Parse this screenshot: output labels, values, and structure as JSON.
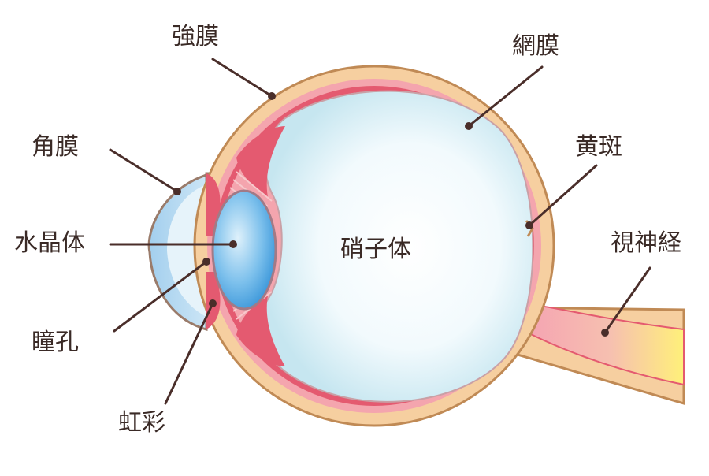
{
  "labels": {
    "sclera": "強膜",
    "retina": "網膜",
    "cornea": "角膜",
    "macula": "黄斑",
    "lens": "水晶体",
    "vitreous": "硝子体",
    "optic_nerve": "視神経",
    "pupil": "瞳孔",
    "iris": "虹彩"
  },
  "colors": {
    "sclera_fill": "#f6cfa0",
    "sclera_stroke": "#c08a55",
    "retina_red": "#e45a70",
    "retina_pink": "#f4a5ae",
    "vitreous_center": "#ffffff",
    "vitreous_edge": "#cfeaf2",
    "lens_center": "#e6f4fb",
    "lens_edge": "#3a9fe0",
    "cornea_fill": "#a9d3ef",
    "cornea_inner": "#e8f4fb",
    "nerve_pink": "#f3a8b5",
    "nerve_yellow": "#ffec73",
    "leader_line": "#4a2e2a",
    "text": "#3a2a26"
  }
}
